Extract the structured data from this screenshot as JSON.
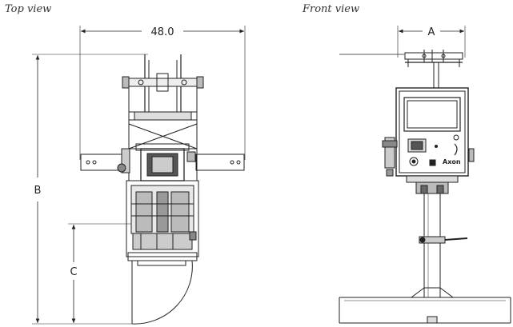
{
  "views": {
    "top": {
      "title": "Top view"
    },
    "front": {
      "title": "Front view"
    }
  },
  "dimensions": {
    "width_top": "48.0",
    "a": "A",
    "b": "B",
    "c": "C"
  },
  "brand": "Axon",
  "colors": {
    "line": "#222222",
    "background": "#ffffff"
  }
}
